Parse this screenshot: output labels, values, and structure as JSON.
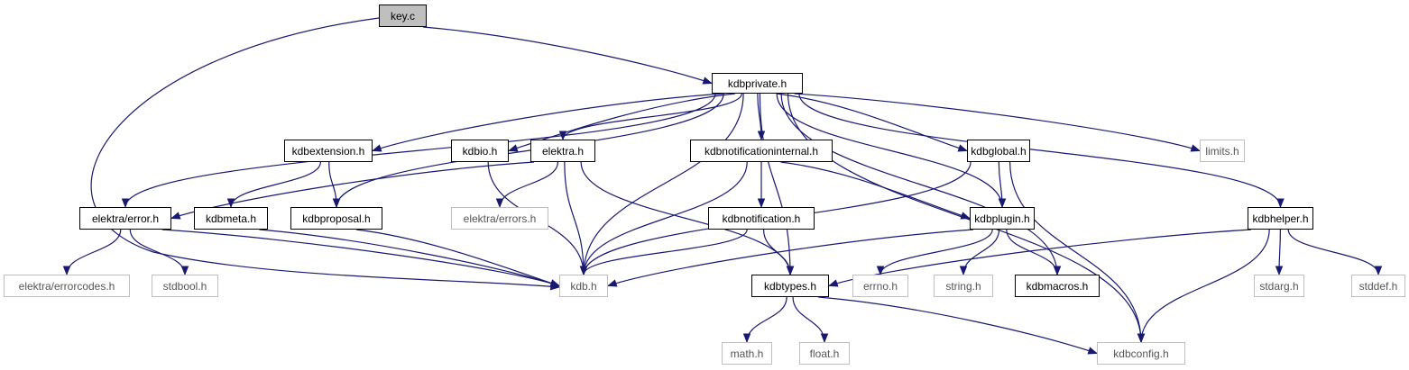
{
  "colors": {
    "edge": "#191970",
    "root_fill": "#bfbfbf",
    "external_border": "#bfbfbf"
  },
  "nodes": [
    {
      "id": "key",
      "label": "key.c",
      "kind": "root"
    },
    {
      "id": "kdbprivate",
      "label": "kdbprivate.h",
      "kind": "linked"
    },
    {
      "id": "kdbextension",
      "label": "kdbextension.h",
      "kind": "linked"
    },
    {
      "id": "kdbio",
      "label": "kdbio.h",
      "kind": "linked"
    },
    {
      "id": "elektra",
      "label": "elektra.h",
      "kind": "linked"
    },
    {
      "id": "kdbnotificationinternal",
      "label": "kdbnotificationinternal.h",
      "kind": "linked"
    },
    {
      "id": "kdbglobal",
      "label": "kdbglobal.h",
      "kind": "linked"
    },
    {
      "id": "limits",
      "label": "limits.h",
      "kind": "external"
    },
    {
      "id": "error",
      "label": "elektra/error.h",
      "kind": "linked"
    },
    {
      "id": "kdbmeta",
      "label": "kdbmeta.h",
      "kind": "linked"
    },
    {
      "id": "kdbproposal",
      "label": "kdbproposal.h",
      "kind": "linked"
    },
    {
      "id": "errors",
      "label": "elektra/errors.h",
      "kind": "external"
    },
    {
      "id": "kdbnotification",
      "label": "kdbnotification.h",
      "kind": "linked"
    },
    {
      "id": "kdbplugin",
      "label": "kdbplugin.h",
      "kind": "linked"
    },
    {
      "id": "kdbhelper",
      "label": "kdbhelper.h",
      "kind": "linked"
    },
    {
      "id": "errorcodes",
      "label": "elektra/errorcodes.h",
      "kind": "external"
    },
    {
      "id": "stdbool",
      "label": "stdbool.h",
      "kind": "external"
    },
    {
      "id": "kdb",
      "label": "kdb.h",
      "kind": "external"
    },
    {
      "id": "kdbtypes",
      "label": "kdbtypes.h",
      "kind": "linked"
    },
    {
      "id": "errno",
      "label": "errno.h",
      "kind": "external"
    },
    {
      "id": "string",
      "label": "string.h",
      "kind": "external"
    },
    {
      "id": "kdbmacros",
      "label": "kdbmacros.h",
      "kind": "linked"
    },
    {
      "id": "stdarg",
      "label": "stdarg.h",
      "kind": "external"
    },
    {
      "id": "stddef",
      "label": "stddef.h",
      "kind": "external"
    },
    {
      "id": "math",
      "label": "math.h",
      "kind": "external"
    },
    {
      "id": "float",
      "label": "float.h",
      "kind": "external"
    },
    {
      "id": "kdbconfig",
      "label": "kdbconfig.h",
      "kind": "external"
    }
  ],
  "edges": [
    [
      "key",
      "kdbprivate"
    ],
    [
      "key",
      "kdb"
    ],
    [
      "kdbprivate",
      "kdbextension"
    ],
    [
      "kdbprivate",
      "kdbio"
    ],
    [
      "kdbprivate",
      "elektra"
    ],
    [
      "kdbprivate",
      "kdbnotificationinternal"
    ],
    [
      "kdbprivate",
      "kdbglobal"
    ],
    [
      "kdbprivate",
      "limits"
    ],
    [
      "kdbprivate",
      "error"
    ],
    [
      "kdbprivate",
      "kdbproposal"
    ],
    [
      "kdbprivate",
      "kdb"
    ],
    [
      "kdbprivate",
      "kdbtypes"
    ],
    [
      "kdbprivate",
      "kdbplugin"
    ],
    [
      "kdbprivate",
      "kdbmacros"
    ],
    [
      "kdbprivate",
      "kdbconfig"
    ],
    [
      "kdbprivate",
      "kdbhelper"
    ],
    [
      "kdbextension",
      "kdbmeta"
    ],
    [
      "kdbextension",
      "kdbproposal"
    ],
    [
      "kdbio",
      "kdb"
    ],
    [
      "elektra",
      "error"
    ],
    [
      "elektra",
      "errors"
    ],
    [
      "elektra",
      "kdb"
    ],
    [
      "elektra",
      "kdbtypes"
    ],
    [
      "kdbnotificationinternal",
      "kdbnotification"
    ],
    [
      "kdbnotificationinternal",
      "kdb"
    ],
    [
      "kdbnotificationinternal",
      "kdbplugin"
    ],
    [
      "kdbglobal",
      "kdbplugin"
    ],
    [
      "kdbglobal",
      "kdb"
    ],
    [
      "kdbglobal",
      "kdbconfig"
    ],
    [
      "error",
      "errorcodes"
    ],
    [
      "error",
      "stdbool"
    ],
    [
      "error",
      "kdb"
    ],
    [
      "kdbmeta",
      "kdb"
    ],
    [
      "kdbproposal",
      "kdb"
    ],
    [
      "kdbnotification",
      "kdb"
    ],
    [
      "kdbnotification",
      "kdbtypes"
    ],
    [
      "kdbplugin",
      "kdb"
    ],
    [
      "kdbplugin",
      "errno"
    ],
    [
      "kdbplugin",
      "string"
    ],
    [
      "kdbplugin",
      "kdbmacros"
    ],
    [
      "kdbhelper",
      "kdbtypes"
    ],
    [
      "kdbhelper",
      "stdarg"
    ],
    [
      "kdbhelper",
      "stddef"
    ],
    [
      "kdbhelper",
      "kdbconfig"
    ],
    [
      "kdbtypes",
      "math"
    ],
    [
      "kdbtypes",
      "float"
    ],
    [
      "kdbtypes",
      "kdbconfig"
    ]
  ]
}
